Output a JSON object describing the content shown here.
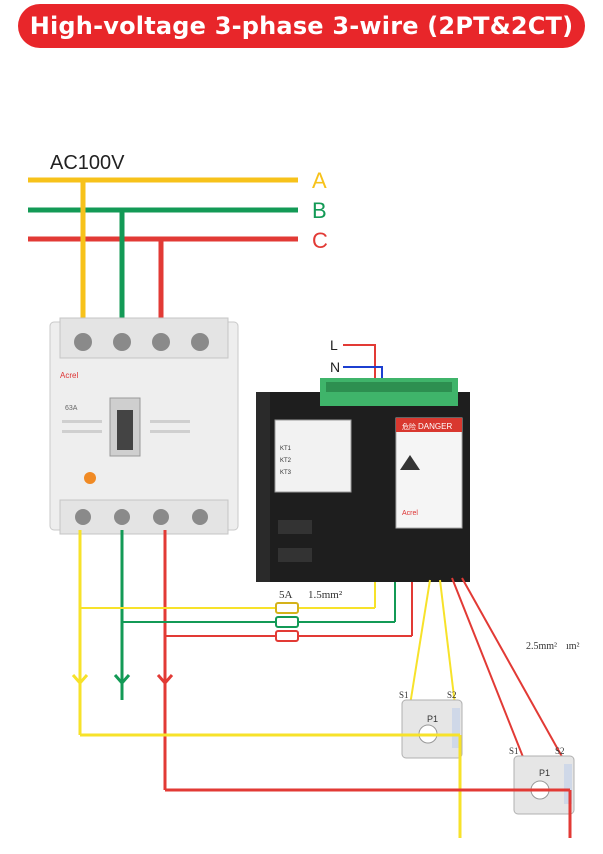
{
  "title": "High-voltage 3-phase 3-wire (2PT&2CT)",
  "supply_label": "AC100V",
  "phases": [
    {
      "label": "A",
      "color": "#f7c21a"
    },
    {
      "label": "B",
      "color": "#139a56"
    },
    {
      "label": "C",
      "color": "#e23a35"
    }
  ],
  "aux_supply": [
    {
      "label": "L",
      "color": "#e23a35"
    },
    {
      "label": "N",
      "color": "#1c3fd0"
    }
  ],
  "fuse_label": "5A",
  "wire_small_label": "1.5mm²",
  "wire_large_label": "2.5mm²",
  "wire_large_label_2": "ım²",
  "meter": {
    "danger_label": "DANGER",
    "danger_cn": "危险",
    "brand": "Acrel",
    "rows": [
      "KT1",
      "KT2",
      "KT3"
    ]
  },
  "breaker": {
    "brand": "Acrel",
    "rating": "63A"
  },
  "ct_terminals": {
    "s1": "S1",
    "s2": "S2",
    "p1": "P1"
  }
}
